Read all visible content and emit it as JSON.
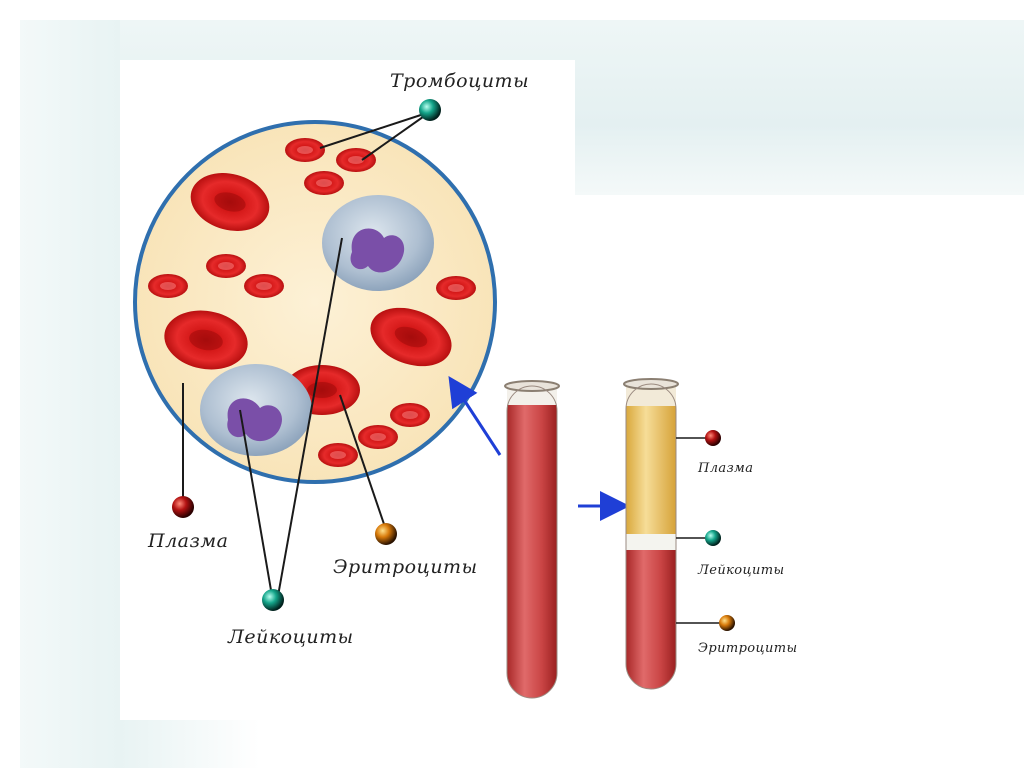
{
  "labels": {
    "platelets": "Тромбоциты",
    "plasma": "Плазма",
    "leukocytes": "Лейкоциты",
    "erythrocytes": "Эритроциты"
  },
  "tube_labels": {
    "plasma": "Плазма",
    "leukocytes": "Лейкоциты",
    "erythrocytes": "Эритроциты"
  },
  "colors": {
    "rbc": "#d81e1e",
    "plasma_bg": "#fbeccb",
    "circle_border": "#2f6fae",
    "wbc_cell": "#9fb7cf",
    "wbc_nucleus": "#7a4fa8",
    "arrow": "#1f3fd6",
    "tube_blood": "#c83c3c",
    "tube_plasma": "#eec96a",
    "tube_buffy": "#f4f4ef"
  },
  "icons": {
    "plasma_marker": "red-ball-icon",
    "platelet_marker": "teal-ball-icon",
    "leukocyte_marker": "teal-ball-icon",
    "erythrocyte_marker": "orange-ball-icon"
  }
}
